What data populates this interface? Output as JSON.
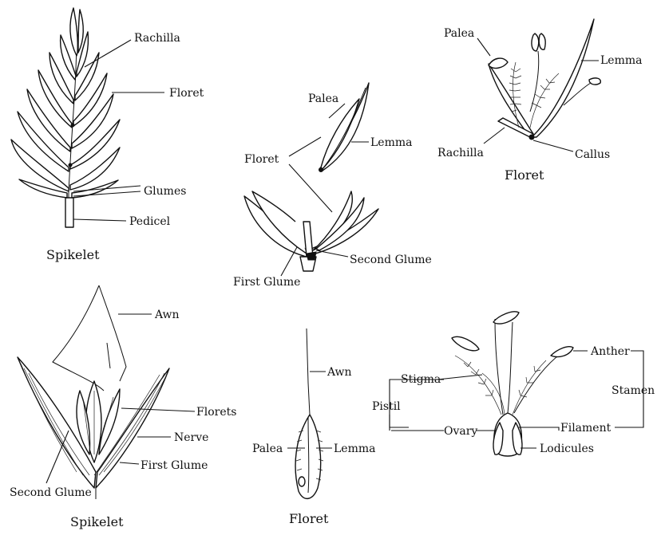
{
  "panels": {
    "top_left": {
      "labels": {
        "rachilla": "Rachilla",
        "floret": "Floret",
        "glumes": "Glumes",
        "pedicel": "Pedicel"
      },
      "caption": "Spikelet"
    },
    "top_middle": {
      "labels": {
        "palea": "Palea",
        "lemma": "Lemma",
        "floret": "Floret",
        "second_glume": "Second Glume",
        "first_glume": "First Glume"
      }
    },
    "top_right": {
      "labels": {
        "palea": "Palea",
        "lemma": "Lemma",
        "rachilla": "Rachilla",
        "callus": "Callus"
      },
      "caption": "Floret"
    },
    "bottom_left": {
      "labels": {
        "awn": "Awn",
        "florets": "Florets",
        "nerve": "Nerve",
        "first_glume": "First Glume",
        "second_glume": "Second Glume"
      },
      "caption": "Spikelet"
    },
    "bottom_middle": {
      "labels": {
        "awn": "Awn",
        "palea": "Palea",
        "lemma": "Lemma"
      },
      "caption": "Floret"
    },
    "bottom_right": {
      "labels": {
        "stigma": "Stigma",
        "pistil": "Pistil",
        "ovary": "Ovary",
        "anther": "Anther",
        "stamen": "Stamen",
        "filament": "Filament",
        "lodicules": "Lodicules"
      }
    }
  }
}
